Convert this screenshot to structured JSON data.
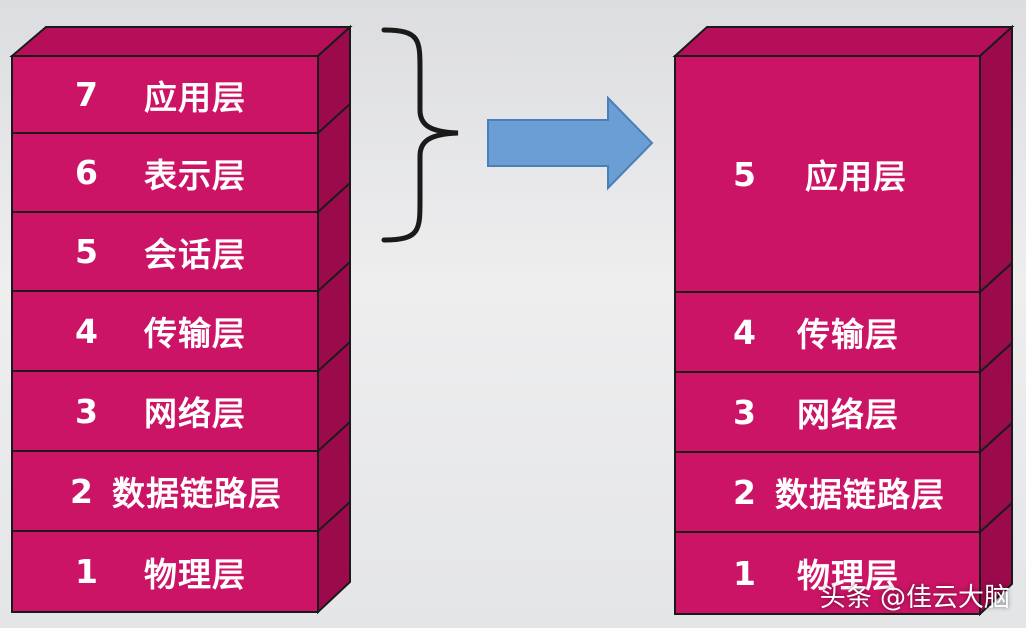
{
  "left_stack": [
    {
      "num": "7",
      "name": "应用层"
    },
    {
      "num": "6",
      "name": "表示层"
    },
    {
      "num": "5",
      "name": "会话层"
    },
    {
      "num": "4",
      "name": "传输层"
    },
    {
      "num": "3",
      "name": "网络层"
    },
    {
      "num": "2",
      "name": "数据链路层"
    },
    {
      "num": "1",
      "name": "物理层"
    }
  ],
  "right_stack": [
    {
      "num": "5",
      "name": "应用层"
    },
    {
      "num": "4",
      "name": "传输层"
    },
    {
      "num": "3",
      "name": "网络层"
    },
    {
      "num": "2",
      "name": "数据链路层"
    },
    {
      "num": "1",
      "name": "物理层"
    }
  ],
  "watermark": "头条 @佳云大脑",
  "colors": {
    "front": "#cc1466",
    "top": "#b50f59",
    "side": "#9b0a4b",
    "edge": "#1a1a1a",
    "arrow": "#6a9ed4"
  }
}
